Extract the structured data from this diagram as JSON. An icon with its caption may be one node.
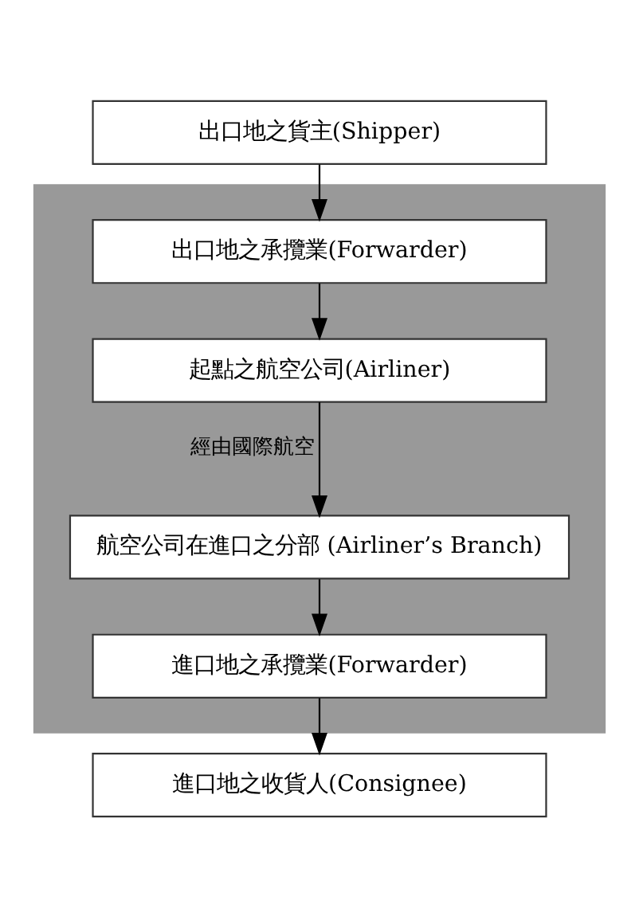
{
  "diagram": {
    "nodes": [
      {
        "text": [
          "出口地之貨主(Shipper)"
        ]
      },
      {
        "text": [],
        "shape": "band"
      },
      {
        "text": [
          "出口地之承攬業(Forwarder)"
        ],
        "in": 1
      },
      {
        "text": [
          "起點之航空公司(Airliner)"
        ],
        "in": 1
      },
      {
        "text": [
          "航空公司在進口之分部 (Airliner’s Branch)"
        ],
        "in": 1
      },
      {
        "text": [
          "進口地之承攬業(Forwarder)"
        ],
        "in": 1
      },
      {
        "text": [
          "進口地之收貨人(Consignee)"
        ]
      }
    ],
    "edges": [
      {
        "from": 0,
        "to": 2,
        "arrow": "to"
      },
      {
        "from": 2,
        "to": 3,
        "arrow": "to"
      },
      {
        "from": 3,
        "to": 4,
        "arrow": "to",
        "label": "經由國際航空"
      },
      {
        "from": 4,
        "to": 5,
        "arrow": "to"
      },
      {
        "from": 5,
        "to": 6,
        "arrow": "to"
      }
    ]
  }
}
